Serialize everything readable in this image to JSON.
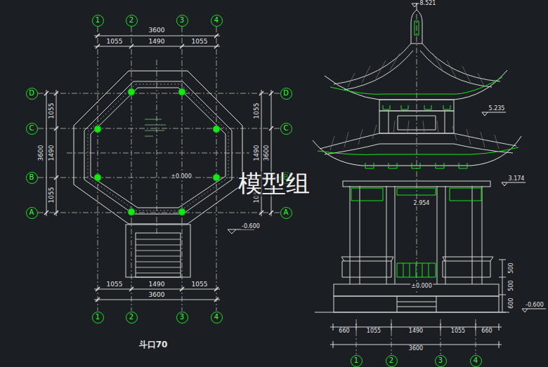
{
  "diagram": {
    "caption": "斗口70",
    "nodes": [
      {
        "text": [
          "1"
        ]
      },
      {
        "text": [
          "2"
        ]
      },
      {
        "text": [
          "3"
        ]
      },
      {
        "text": [
          "4"
        ]
      },
      {
        "text": [
          "D"
        ]
      },
      {
        "text": [
          "C"
        ]
      },
      {
        "text": [
          "B"
        ]
      },
      {
        "text": [
          "A"
        ]
      },
      {
        "text": [
          "D"
        ]
      },
      {
        "text": [
          "C"
        ]
      },
      {
        "text": [
          "B"
        ]
      },
      {
        "text": [
          "A"
        ]
      },
      {
        "text": [
          "1"
        ]
      },
      {
        "text": [
          "2"
        ]
      },
      {
        "text": [
          "3"
        ]
      },
      {
        "text": [
          "4"
        ]
      },
      {
        "text": [
          "1"
        ]
      },
      {
        "text": [
          "2"
        ]
      },
      {
        "text": [
          "3"
        ]
      },
      {
        "text": [
          "4"
        ]
      }
    ],
    "labels": [
      "3600",
      "1055",
      "1490",
      "1055",
      "3600",
      "1055",
      "1490",
      "1055",
      "3600",
      "1055",
      "1490",
      "1055",
      "1055",
      "1490",
      "1055",
      "3600",
      "±0.000",
      "-0.600",
      "8.521",
      "5.235",
      "3.174",
      "2.954",
      "±0.000",
      "500",
      "500",
      "600",
      "-0.600",
      "660",
      "1055",
      "1490",
      "1055",
      "660",
      "3600",
      "模型组"
    ]
  }
}
